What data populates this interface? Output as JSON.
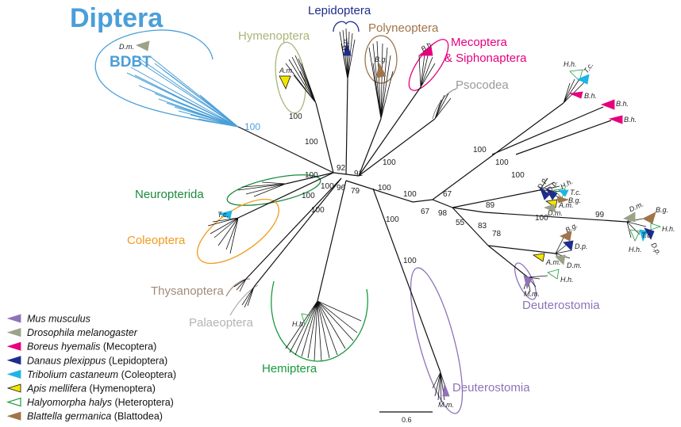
{
  "figure": {
    "main_label": "Diptera",
    "bdbt_label": "BDBT",
    "scale_bar_label": "0.6"
  },
  "clades": {
    "lepidoptera": "Lepidoptera",
    "hymenoptera": "Hymenoptera",
    "polyneoptera": "Polyneoptera",
    "mecoptera_line1": "Mecoptera",
    "mecoptera_line2": "& Siphonaptera",
    "psocodea": "Psocodea",
    "neuropterida": "Neuropterida",
    "coleoptera": "Coleoptera",
    "thysanoptera": "Thysanoptera",
    "palaeoptera": "Palaeoptera",
    "hemiptera": "Hemiptera",
    "deuterostomia_a": "Deuterostomia",
    "deuterostomia_b": "Deuterostomia"
  },
  "bootstrap": {
    "diptera": "100",
    "b92": "92",
    "b91": "91",
    "b100_hym": "100",
    "b100_lep": "100",
    "b100_a": "100",
    "b100_b": "100",
    "b100_c": "100",
    "b100_d": "100",
    "b96": "96",
    "b79": "79",
    "b100_e": "100",
    "b100_f": "100",
    "b100_g": "100",
    "b100_h": "100",
    "b100_i": "100",
    "b67a": "67",
    "b67b": "67",
    "b98": "98",
    "b55": "55",
    "b83": "83",
    "b78": "78",
    "b89": "89",
    "b100_j": "100",
    "b100_k": "100",
    "b100_l": "100",
    "b99": "99",
    "b100_m": "100"
  },
  "species_tags": {
    "dm_top": "D.m.",
    "dp_lep": "D.p.",
    "am_hym": "A.m.",
    "bg_poly": "B.g.",
    "bh_mec": "B.h.",
    "hh_r1": "H.h.",
    "tc_r1": "T.c.",
    "bh_r1": "B.h.",
    "bh_r2": "B.h.",
    "bh_r3": "B.h.",
    "dp_a": "D.p.",
    "dp_b": "D.p.",
    "hh_a": "H.h.",
    "tc_a": "T.c.",
    "bg_a": "B.g.",
    "am_a": "A.m.",
    "dm_a": "D.m.",
    "dm_r": "D.m.",
    "bg_r": "B.g.",
    "hh_r": "H.h.",
    "tc_r": "T.c.",
    "hh_r2": "H.h.",
    "dp_r": "D.p.",
    "bg_c": "B.g.",
    "dp_c": "D.p.",
    "am_c": "A.m.",
    "dm_c": "D.m.",
    "hh_c": "H.h.",
    "mm_c": "M.m.",
    "tc_col": "T.c.",
    "hh_hem": "H.h.",
    "mm_deu": "M.m."
  },
  "legend": [
    {
      "italic": "Mus musculus",
      "rest": "",
      "color": "#8e73b8",
      "hollow": false
    },
    {
      "italic": "Drosophila melanogaster",
      "rest": "",
      "color": "#9aa38a",
      "hollow": false
    },
    {
      "italic": "Boreus hyemalis",
      "rest": " (Mecoptera)",
      "color": "#e6007e",
      "hollow": false
    },
    {
      "italic": "Danaus plexippus",
      "rest": " (Lepidoptera)",
      "color": "#1e2d8c",
      "hollow": false
    },
    {
      "italic": "Tribolium castaneum",
      "rest": " (Coleoptera)",
      "color": "#1eb4e6",
      "hollow": false
    },
    {
      "italic": "Apis mellifera",
      "rest": " (Hymenoptera)",
      "color": "#f2e600",
      "hollow": false
    },
    {
      "italic": "Halyomorpha halys",
      "rest": " (Heteroptera)",
      "color": "#1a9a3c",
      "hollow": true
    },
    {
      "italic": "Blattella germanica",
      "rest": " (Blattodea)",
      "color": "#a0754a",
      "hollow": false
    }
  ],
  "colors": {
    "diptera": "#4a9fd8",
    "lepidoptera": "#1e2d8c",
    "hymenoptera": "#a9b57a",
    "polyneoptera": "#a0754a",
    "mecoptera": "#e6007e",
    "psocodea": "#9a9a9a",
    "neuropterida": "#1a8a3c",
    "coleoptera": "#f39a1e",
    "thysanoptera": "#a08a7a",
    "palaeoptera": "#b4b4b4",
    "hemiptera": "#1a9a3c",
    "deuterostomia": "#8e73b8"
  }
}
